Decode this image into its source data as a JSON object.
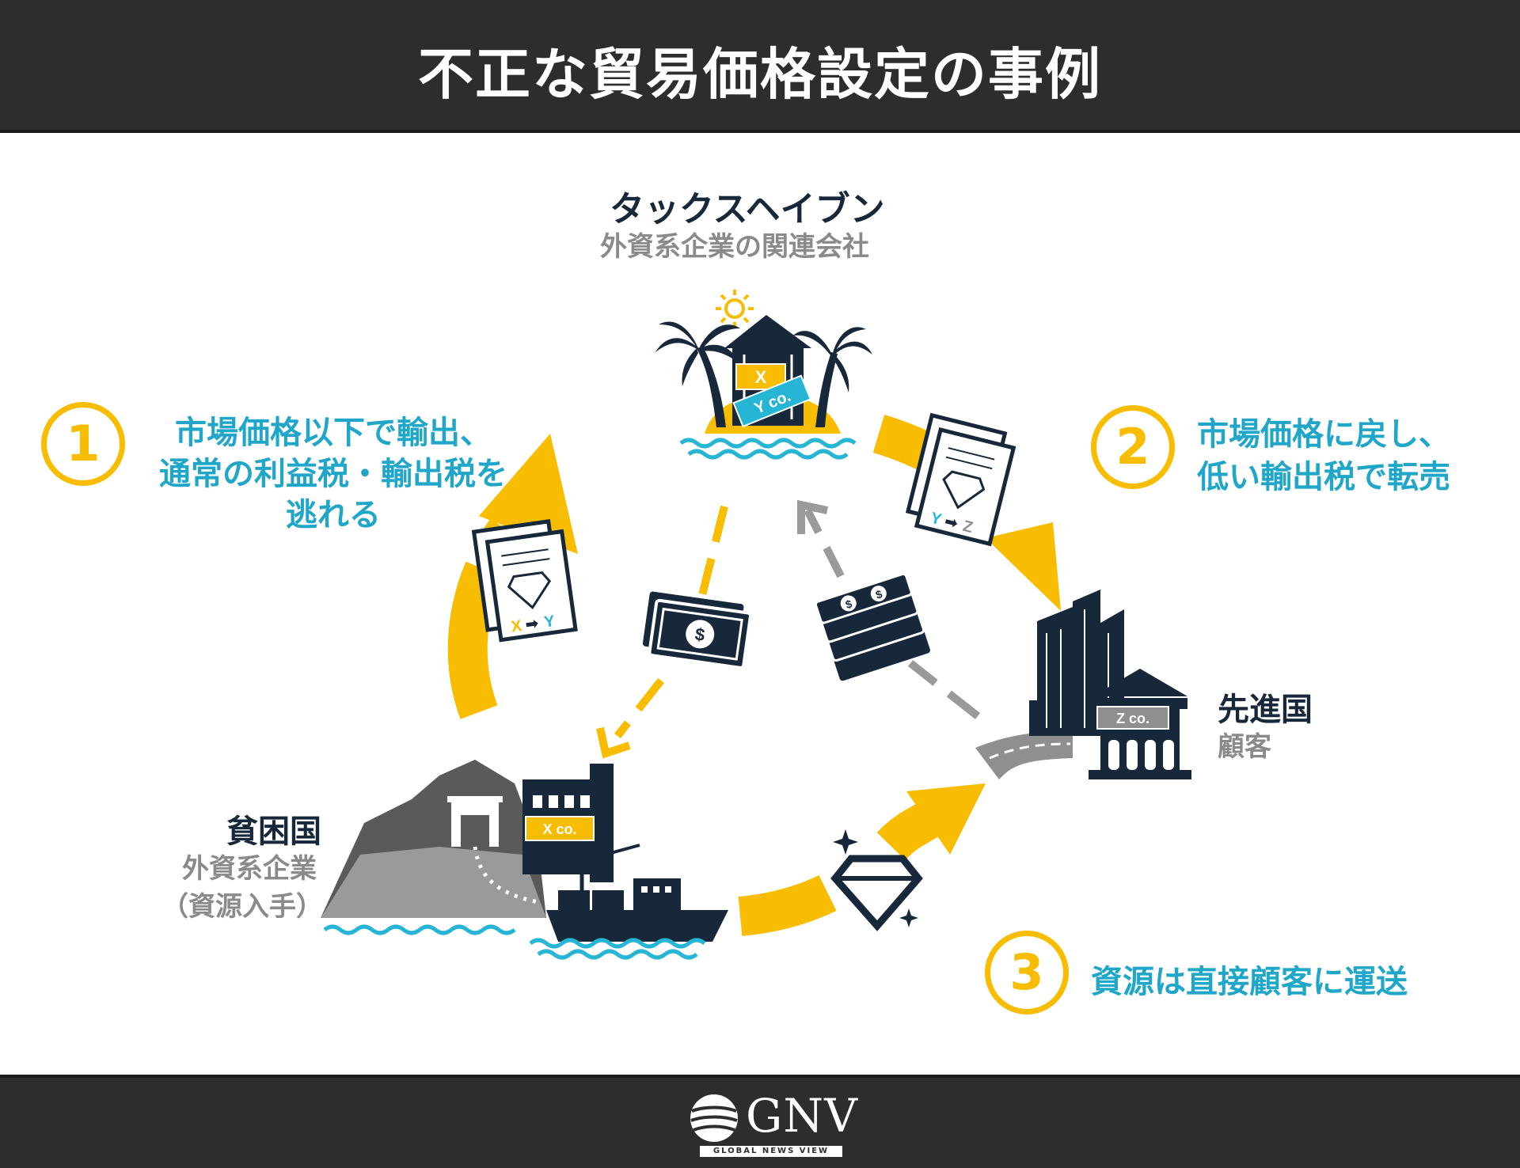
{
  "title": "不正な貿易価格設定の事例",
  "colors": {
    "accent": "#f8bc00",
    "text_blue": "#20a6c8",
    "navy": "#16283a",
    "gray": "#8a8a8a",
    "water": "#27b5d6",
    "header_bg": "#2d2d2d"
  },
  "nodes": {
    "tax_haven": {
      "title": "タックスヘイブン",
      "subtitle": "外資系企業の関連会社",
      "sign_x": "X",
      "sign_y": "Y co."
    },
    "developed": {
      "title": "先進国",
      "subtitle": "顧客",
      "sign": "Z co."
    },
    "poor": {
      "title": "貧困国",
      "subtitle_1": "外資系企業",
      "subtitle_2": "（資源入手）",
      "sign": "X co."
    }
  },
  "steps": [
    {
      "number": "1",
      "line1": "市場価格以下で輸出、",
      "line2": "通常の利益税・輸出税を",
      "line3": "逃れる"
    },
    {
      "number": "2",
      "line1": "市場価格に戻し、",
      "line2": "低い輸出税で転売"
    },
    {
      "number": "3",
      "line1": "資源は直接顧客に運送"
    }
  ],
  "documents": {
    "doc1": {
      "from": "X",
      "to": "Y"
    },
    "doc2": {
      "from": "Y",
      "to": "Z"
    }
  },
  "icons": [
    "sun-icon",
    "palm-tree-icon",
    "diamond-icon",
    "money-bill-icon",
    "money-stack-icon",
    "ship-icon",
    "mine-icon",
    "skyscraper-icon",
    "bank-icon",
    "sparkle-icon"
  ],
  "footer": {
    "logo": "GNV",
    "tagline": "GLOBAL NEWS VIEW"
  }
}
